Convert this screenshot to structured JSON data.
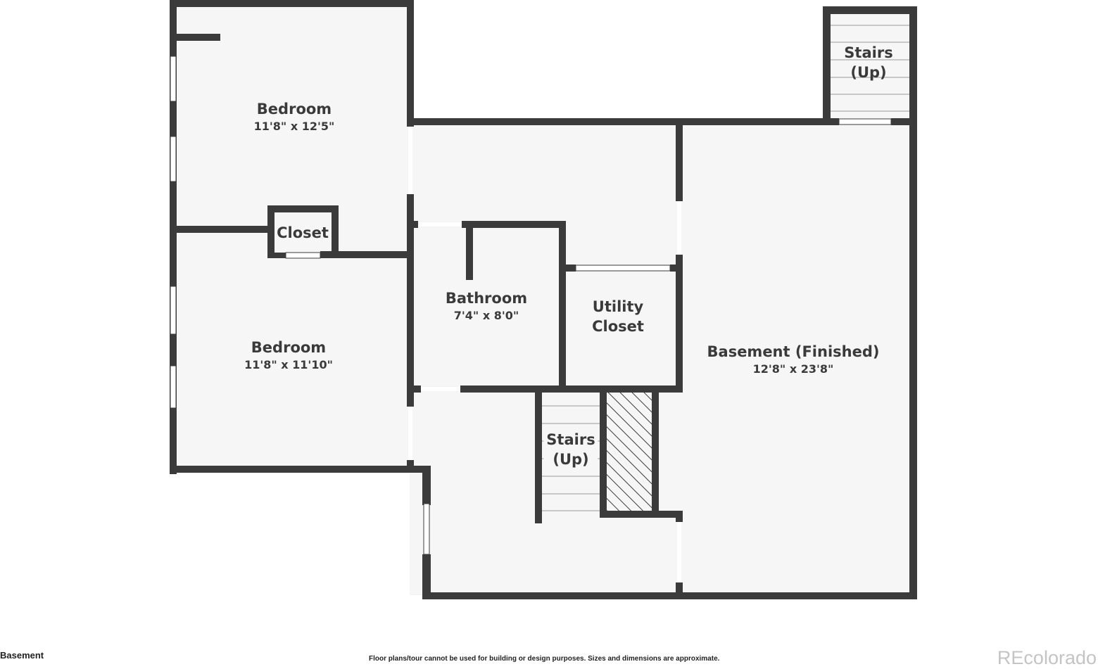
{
  "colors": {
    "wall": "#3b3b3b",
    "floor": "#f6f6f6",
    "opening": "#ffffff",
    "text": "#3a3a3a",
    "watermark": "#c4c4c4"
  },
  "rooms": {
    "bedroom_top": {
      "name": "Bedroom",
      "dims": "11'8\" x 12'5\""
    },
    "closet": {
      "name": "Closet"
    },
    "bedroom_bottom": {
      "name": "Bedroom",
      "dims": "11'8\" x 11'10\""
    },
    "bathroom": {
      "name": "Bathroom",
      "dims": "7'4\" x 8'0\""
    },
    "utility_closet": {
      "name_line1": "Utility",
      "name_line2": "Closet"
    },
    "basement": {
      "name": "Basement (Finished)",
      "dims": "12'8\" x 23'8\""
    },
    "stairs_top": {
      "name_line1": "Stairs",
      "name_line2": "(Up)"
    },
    "stairs_middle": {
      "name_line1": "Stairs",
      "name_line2": "(Up)"
    }
  },
  "footer": {
    "floor_name": "Basement",
    "disclaimer": "Floor plans/tour cannot be used for building or design purposes. Sizes and dimensions are approximate.",
    "watermark": "REcolorado"
  }
}
